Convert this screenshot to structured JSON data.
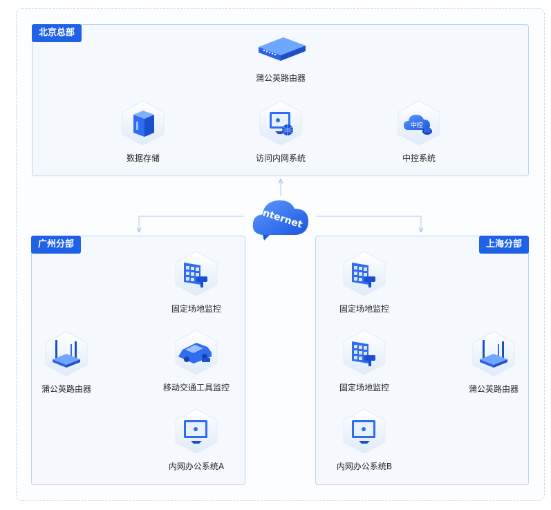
{
  "internet_label": "Internet",
  "hq": {
    "title": "北京总部",
    "router": "蒲公英路由器",
    "storage": "数据存储",
    "intranet_access": "访问内网系统",
    "central_control": "中控系统",
    "cloud_text": "中控"
  },
  "guangzhou": {
    "title": "广州分部",
    "router": "蒲公英路由器",
    "fixed_monitor": "固定场地监控",
    "mobile_monitor": "移动交通工具监控",
    "office_system": "内网办公系统A"
  },
  "shanghai": {
    "title": "上海分部",
    "router": "蒲公英路由器",
    "fixed_monitor_1": "固定场地监控",
    "fixed_monitor_2": "固定场地监控",
    "office_system": "内网办公系统B"
  },
  "colors": {
    "accent": "#1f62e8",
    "line": "#b8d2f0",
    "panel_border": "#b9d3f2"
  }
}
